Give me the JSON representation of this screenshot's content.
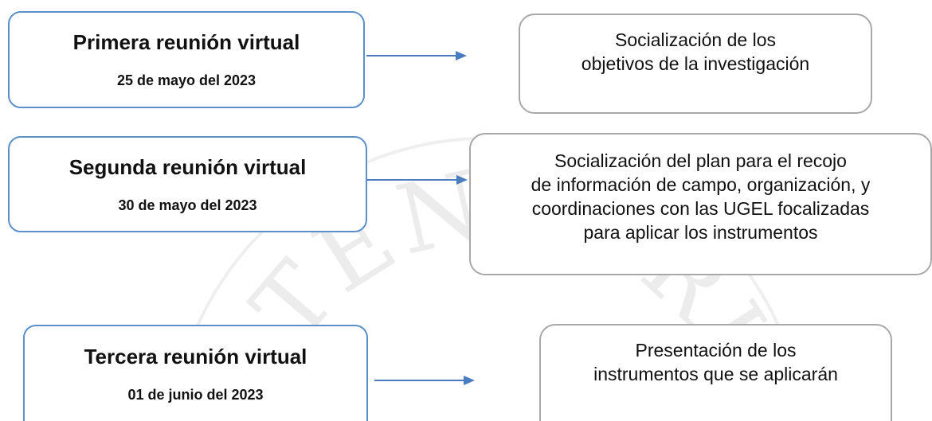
{
  "meetings": [
    {
      "title": "Primera reunión virtual",
      "date": "25 de mayo del 2023",
      "result": "        Socialización de los\nobjetivos de la investigación"
    },
    {
      "title": "Segunda reunión virtual",
      "date": "30 de mayo del 2023",
      "result": "       Socialización del plan para el recojo\nde información de campo, organización, y\ncoordinaciones con las UGEL focalizadas\npara aplicar los instrumentos"
    },
    {
      "title": "Tercera reunión virtual",
      "date": "01 de junio del 2023",
      "result": "        Presentación de los\ninstrumentos que se aplicarán"
    }
  ],
  "watermark": "TENEBRIS",
  "colors": {
    "meeting_border": "#5b8fc9",
    "result_border": "#a8a8a8",
    "arrow": "#4a7cc0"
  }
}
